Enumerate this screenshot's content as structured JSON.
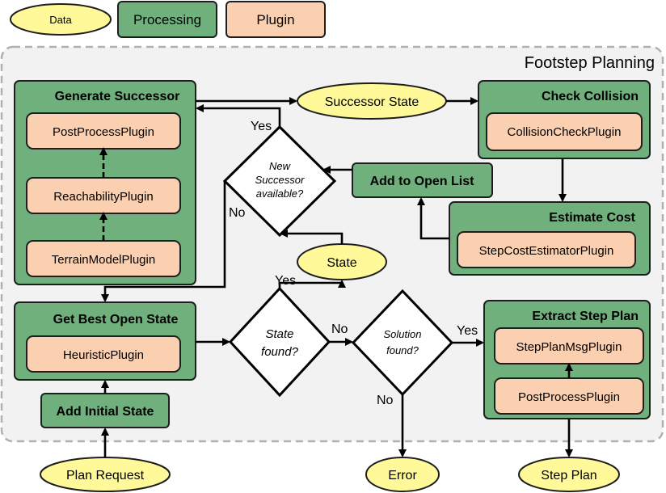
{
  "legend": {
    "data": "Data",
    "processing": "Processing",
    "plugin": "Plugin"
  },
  "region_title": "Footstep Planning",
  "nodes": {
    "generate_successor": "Generate Successor",
    "post_process_plugin_1": "PostProcessPlugin",
    "reachability_plugin": "ReachabilityPlugin",
    "terrain_model_plugin": "TerrainModelPlugin",
    "successor_state": "Successor State",
    "check_collision": "Check Collision",
    "collision_check_plugin": "CollisionCheckPlugin",
    "new_successor_line1": "New",
    "new_successor_line2": "Successor",
    "new_successor_line3": "available?",
    "add_to_open_list": "Add to Open List",
    "estimate_cost": "Estimate Cost",
    "step_cost_estimator_plugin": "StepCostEstimatorPlugin",
    "state": "State",
    "get_best_open_state": "Get Best Open State",
    "heuristic_plugin": "HeuristicPlugin",
    "state_found_line1": "State",
    "state_found_line2": "found?",
    "solution_found_line1": "Solution",
    "solution_found_line2": "found?",
    "extract_step_plan": "Extract Step Plan",
    "step_plan_msg_plugin": "StepPlanMsgPlugin",
    "post_process_plugin_2": "PostProcessPlugin",
    "add_initial_state": "Add Initial State",
    "plan_request": "Plan Request",
    "error": "Error",
    "step_plan": "Step Plan"
  },
  "edge_labels": {
    "new_successor_yes": "Yes",
    "new_successor_no": "No",
    "state_found_yes": "Yes",
    "state_found_no": "No",
    "solution_found_yes": "Yes",
    "solution_found_no": "No"
  },
  "colors": {
    "processing": "#6fb07d",
    "plugin": "#fbd0b0",
    "data": "#fff99a",
    "region": "#f2f2f2"
  }
}
